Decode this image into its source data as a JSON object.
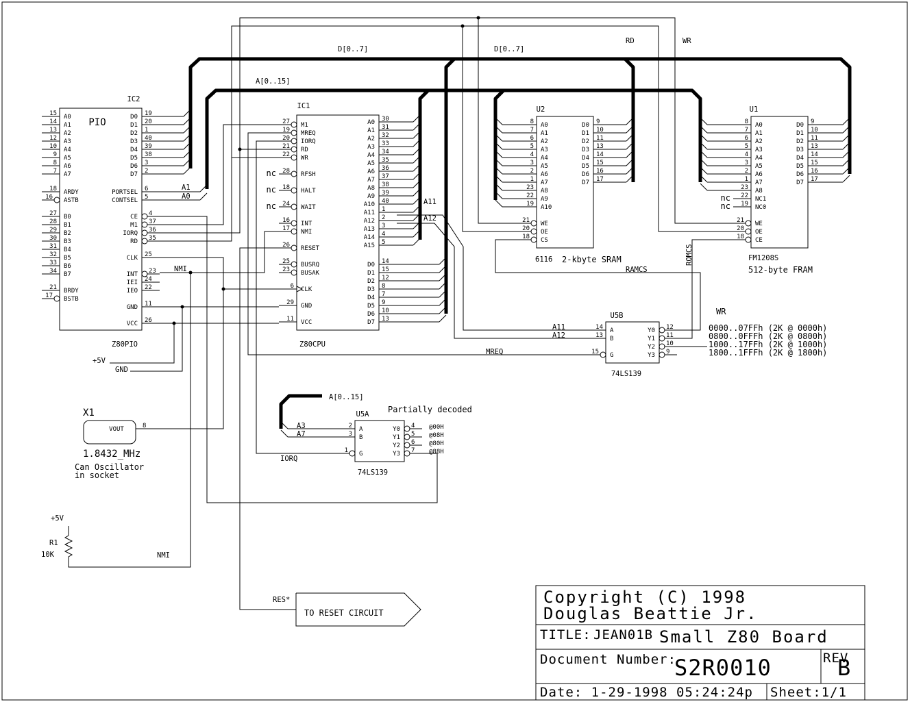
{
  "buses": {
    "data_left": "D[0..7]",
    "data_right": "D[0..7]",
    "addr": "A[0..15]",
    "addr_lower": "A[0..15]"
  },
  "nets": {
    "rd": "RD",
    "wr": "WR",
    "a1": "A1",
    "a0": "A0",
    "a11": "A11",
    "a12": "A12",
    "a11b": "A11",
    "a12b": "A12",
    "mreq": "MREQ",
    "iorq": "IORQ",
    "nmi": "NMI",
    "nmi2": "NMI",
    "ramcs": "RAMCS",
    "romcs": "ROMCS",
    "res": "RES*",
    "vcc": "+5V",
    "gnd": "GND",
    "vcc2": "+5V",
    "a3": "A3",
    "a7": "A7"
  },
  "ic2": {
    "ref": "IC2",
    "title": "PIO",
    "part": "Z80PIO",
    "left": [
      {
        "pin": "15",
        "name": "A0"
      },
      {
        "pin": "14",
        "name": "A1"
      },
      {
        "pin": "13",
        "name": "A2"
      },
      {
        "pin": "12",
        "name": "A3"
      },
      {
        "pin": "10",
        "name": "A4"
      },
      {
        "pin": "9",
        "name": "A5"
      },
      {
        "pin": "8",
        "name": "A6"
      },
      {
        "pin": "7",
        "name": "A7"
      },
      {
        "pin": "18",
        "name": "ARDY"
      },
      {
        "pin": "16",
        "name": "ASTB"
      },
      {
        "pin": "27",
        "name": "B0"
      },
      {
        "pin": "28",
        "name": "B1"
      },
      {
        "pin": "29",
        "name": "B2"
      },
      {
        "pin": "30",
        "name": "B3"
      },
      {
        "pin": "31",
        "name": "B4"
      },
      {
        "pin": "32",
        "name": "B5"
      },
      {
        "pin": "33",
        "name": "B6"
      },
      {
        "pin": "34",
        "name": "B7"
      },
      {
        "pin": "21",
        "name": "BRDY"
      },
      {
        "pin": "17",
        "name": "BSTB"
      }
    ],
    "right": [
      {
        "pin": "19",
        "name": "D0"
      },
      {
        "pin": "20",
        "name": "D1"
      },
      {
        "pin": "1",
        "name": "D2"
      },
      {
        "pin": "40",
        "name": "D3"
      },
      {
        "pin": "39",
        "name": "D4"
      },
      {
        "pin": "38",
        "name": "D5"
      },
      {
        "pin": "3",
        "name": "D6"
      },
      {
        "pin": "2",
        "name": "D7"
      },
      {
        "pin": "6",
        "name": "PORTSEL"
      },
      {
        "pin": "5",
        "name": "CONTSEL"
      },
      {
        "pin": "4",
        "name": "CE"
      },
      {
        "pin": "37",
        "name": "M1"
      },
      {
        "pin": "36",
        "name": "IORQ"
      },
      {
        "pin": "35",
        "name": "RD"
      },
      {
        "pin": "25",
        "name": "CLK"
      },
      {
        "pin": "23",
        "name": "INT"
      },
      {
        "pin": "24",
        "name": "IEI"
      },
      {
        "pin": "22",
        "name": "IEO"
      },
      {
        "pin": "11",
        "name": "GND"
      },
      {
        "pin": "26",
        "name": "VCC"
      }
    ]
  },
  "ic1": {
    "ref": "IC1",
    "part": "Z80CPU",
    "left": [
      {
        "pin": "27",
        "name": "M1"
      },
      {
        "pin": "19",
        "name": "MREQ"
      },
      {
        "pin": "20",
        "name": "IORQ"
      },
      {
        "pin": "21",
        "name": "RD"
      },
      {
        "pin": "22",
        "name": "WR"
      },
      {
        "pin": "28",
        "name": "RFSH",
        "nc": "nc"
      },
      {
        "pin": "18",
        "name": "HALT",
        "nc": "nc"
      },
      {
        "pin": "24",
        "name": "WAIT",
        "nc": "nc"
      },
      {
        "pin": "16",
        "name": "INT"
      },
      {
        "pin": "17",
        "name": "NMI"
      },
      {
        "pin": "26",
        "name": "RESET"
      },
      {
        "pin": "25",
        "name": "BUSRQ"
      },
      {
        "pin": "23",
        "name": "BUSAK"
      },
      {
        "pin": "6",
        "name": "CLK"
      },
      {
        "pin": "29",
        "name": "GND"
      },
      {
        "pin": "11",
        "name": "VCC"
      }
    ],
    "right": [
      {
        "pin": "30",
        "name": "A0"
      },
      {
        "pin": "31",
        "name": "A1"
      },
      {
        "pin": "32",
        "name": "A2"
      },
      {
        "pin": "33",
        "name": "A3"
      },
      {
        "pin": "34",
        "name": "A4"
      },
      {
        "pin": "35",
        "name": "A5"
      },
      {
        "pin": "36",
        "name": "A6"
      },
      {
        "pin": "37",
        "name": "A7"
      },
      {
        "pin": "38",
        "name": "A8"
      },
      {
        "pin": "39",
        "name": "A9"
      },
      {
        "pin": "40",
        "name": "A10"
      },
      {
        "pin": "1",
        "name": "A11"
      },
      {
        "pin": "2",
        "name": "A12"
      },
      {
        "pin": "3",
        "name": "A13"
      },
      {
        "pin": "4",
        "name": "A14"
      },
      {
        "pin": "5",
        "name": "A15"
      },
      {
        "pin": "14",
        "name": "D0"
      },
      {
        "pin": "15",
        "name": "D1"
      },
      {
        "pin": "12",
        "name": "D2"
      },
      {
        "pin": "8",
        "name": "D3"
      },
      {
        "pin": "7",
        "name": "D4"
      },
      {
        "pin": "9",
        "name": "D5"
      },
      {
        "pin": "10",
        "name": "D6"
      },
      {
        "pin": "13",
        "name": "D7"
      }
    ]
  },
  "u2": {
    "ref": "U2",
    "part": "6116",
    "desc": "2-kbyte SRAM",
    "left": [
      {
        "pin": "8",
        "name": "A0"
      },
      {
        "pin": "7",
        "name": "A1"
      },
      {
        "pin": "6",
        "name": "A2"
      },
      {
        "pin": "5",
        "name": "A3"
      },
      {
        "pin": "4",
        "name": "A4"
      },
      {
        "pin": "3",
        "name": "A5"
      },
      {
        "pin": "2",
        "name": "A6"
      },
      {
        "pin": "1",
        "name": "A7"
      },
      {
        "pin": "23",
        "name": "A8"
      },
      {
        "pin": "22",
        "name": "A9"
      },
      {
        "pin": "19",
        "name": "A10"
      },
      {
        "pin": "21",
        "name": "WE"
      },
      {
        "pin": "20",
        "name": "OE"
      },
      {
        "pin": "18",
        "name": "CS"
      }
    ],
    "right": [
      {
        "pin": "9",
        "name": "D0"
      },
      {
        "pin": "10",
        "name": "D1"
      },
      {
        "pin": "11",
        "name": "D2"
      },
      {
        "pin": "13",
        "name": "D3"
      },
      {
        "pin": "14",
        "name": "D4"
      },
      {
        "pin": "15",
        "name": "D5"
      },
      {
        "pin": "16",
        "name": "D6"
      },
      {
        "pin": "17",
        "name": "D7"
      }
    ]
  },
  "u1": {
    "ref": "U1",
    "part": "FM1208S",
    "desc": "512-byte FRAM",
    "left": [
      {
        "pin": "8",
        "name": "A0"
      },
      {
        "pin": "7",
        "name": "A1"
      },
      {
        "pin": "6",
        "name": "A2"
      },
      {
        "pin": "5",
        "name": "A3"
      },
      {
        "pin": "4",
        "name": "A4"
      },
      {
        "pin": "3",
        "name": "A5"
      },
      {
        "pin": "2",
        "name": "A6"
      },
      {
        "pin": "1",
        "name": "A7"
      },
      {
        "pin": "23",
        "name": "A8"
      },
      {
        "pin": "22",
        "name": "NC1",
        "nc": "nc"
      },
      {
        "pin": "19",
        "name": "NC0",
        "nc": "nc"
      },
      {
        "pin": "21",
        "name": "WE"
      },
      {
        "pin": "20",
        "name": "OE"
      },
      {
        "pin": "18",
        "name": "CE"
      }
    ],
    "right": [
      {
        "pin": "9",
        "name": "D0"
      },
      {
        "pin": "10",
        "name": "D1"
      },
      {
        "pin": "11",
        "name": "D2"
      },
      {
        "pin": "13",
        "name": "D3"
      },
      {
        "pin": "14",
        "name": "D4"
      },
      {
        "pin": "15",
        "name": "D5"
      },
      {
        "pin": "16",
        "name": "D6"
      },
      {
        "pin": "17",
        "name": "D7"
      }
    ]
  },
  "u5b": {
    "ref": "U5B",
    "part": "74LS139",
    "left": [
      {
        "pin": "14",
        "name": "A"
      },
      {
        "pin": "13",
        "name": "B"
      },
      {
        "pin": "15",
        "name": "G"
      }
    ],
    "right": [
      {
        "pin": "12",
        "name": "Y0"
      },
      {
        "pin": "11",
        "name": "Y1"
      },
      {
        "pin": "10",
        "name": "Y2"
      },
      {
        "pin": "9",
        "name": "Y3"
      }
    ]
  },
  "u5a": {
    "ref": "U5A",
    "part": "74LS139",
    "note": "Partially decoded",
    "left": [
      {
        "pin": "2",
        "name": "A"
      },
      {
        "pin": "3",
        "name": "B"
      },
      {
        "pin": "1",
        "name": "G"
      }
    ],
    "right": [
      {
        "pin": "4",
        "name": "Y0",
        "addr": "00H"
      },
      {
        "pin": "5",
        "name": "Y1",
        "addr": "08H"
      },
      {
        "pin": "6",
        "name": "Y2",
        "addr": "80H"
      },
      {
        "pin": "7",
        "name": "Y3",
        "addr": "88H"
      }
    ]
  },
  "memmap": {
    "title": "WR",
    "lines": [
      "0000..07FFh (2K @ 0000h)",
      "0800..0FFFh (2K @ 0800h)",
      "1000..17FFh (2K @ 1000h)",
      "1800..1FFFh (2K @ 1800h)"
    ]
  },
  "x1": {
    "ref": "X1",
    "pin_label": "VOUT",
    "pin": "8",
    "freq": "1.8432_MHz",
    "desc1": "Can Oscillator",
    "desc2": "in socket"
  },
  "r1": {
    "supply": "+5V",
    "ref": "R1",
    "value": "10K"
  },
  "reset": {
    "label": "TO RESET CIRCUIT"
  },
  "titleblock": {
    "copyright1": "Copyright (C) 1998",
    "copyright2": "Douglas Beattie Jr.",
    "title_label": "TITLE:",
    "title_id": "JEAN01B",
    "title_name": "Small Z80 Board",
    "docnum_label": "Document Number:",
    "docnum": "S2R0010",
    "rev_label": "REV",
    "rev": "B",
    "date": "Date: 1-29-1998 05:24:24p",
    "sheet": "Sheet:1/1"
  }
}
